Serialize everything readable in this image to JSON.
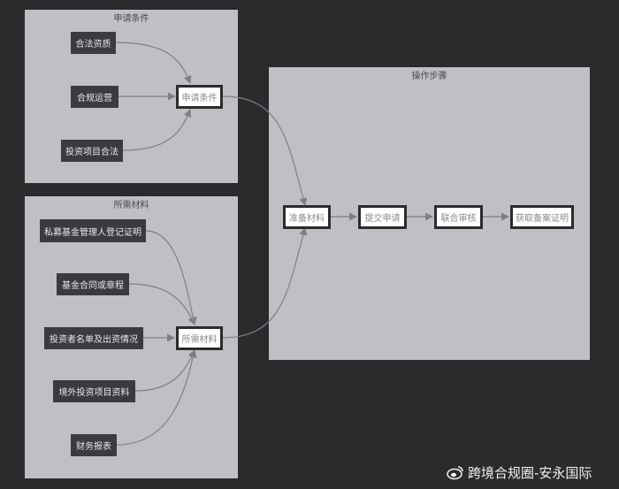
{
  "clusters": {
    "conditions": {
      "title": "申请条件"
    },
    "materials": {
      "title": "所需材料"
    },
    "steps": {
      "title": "操作步骤"
    }
  },
  "nodes": {
    "legal_quals": "合法资质",
    "compliant_ops": "合规运营",
    "legal_project": "投资项目合法",
    "apply_conditions": "申请条件",
    "fund_manager_cert": "私募基金管理人登记证明",
    "fund_contract": "基金合同或章程",
    "investor_list": "投资者名单及出资情况",
    "overseas_project": "境外投资项目资料",
    "financial_report": "财务报表",
    "required_materials": "所需材料",
    "prepare_materials": "准备材料",
    "submit_application": "提交申请",
    "joint_review": "联合审核",
    "get_certificate": "获取备案证明"
  },
  "watermark": {
    "text": "跨境合规圈-安永国际",
    "icon": "weibo-icon"
  }
}
